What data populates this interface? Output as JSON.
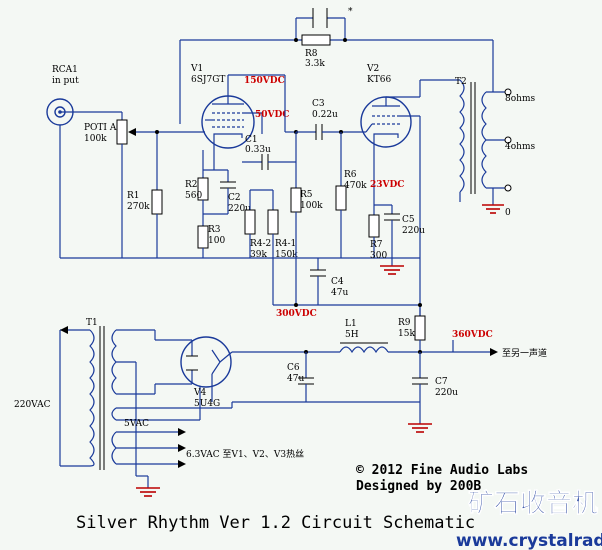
{
  "labels": {
    "rca": "RCA1",
    "rca_in": "in put",
    "pot": "POTI A",
    "pot_val": "100k",
    "r1": "R1",
    "r1_val": "270k",
    "v1": "V1",
    "v1_type": "6SJ7GT",
    "v1_b": "150VDC",
    "v1_k": "50VDC",
    "c1": "C1",
    "c1_val": "0.33u",
    "r2": "R2",
    "r2_val": "560",
    "c2": "C2",
    "c2_val": "220u",
    "r3": "R3",
    "r3_val": "100",
    "r42": "R4-2",
    "r42_val": "39k",
    "r41": "R4-1",
    "r41_val": "150k",
    "r5": "R5",
    "r5_val": "100k",
    "r8": "R8",
    "r8_val": "3.3k",
    "star": "*",
    "c3": "C3",
    "c3_val": "0.22u",
    "v2": "V2",
    "v2_type": "KT66",
    "r6": "R6",
    "r6_val": "470k",
    "v2_k": "23VDC",
    "c5": "C5",
    "c5_val": "220u",
    "r7": "R7",
    "r7_val": "300",
    "c4": "C4",
    "c4_val": "47u",
    "b300": "300VDC",
    "t2": "T2",
    "o8": "8ohms",
    "o4": "4ohms",
    "o0": "0",
    "t1": "T1",
    "ac": "220VAC",
    "v4": "V4",
    "v4_type": "5U4G",
    "l1": "L1",
    "l1_val": "5H",
    "r9": "R9",
    "r9_val": "15k",
    "b360": "360VDC",
    "to_other": "至另一声道",
    "c6": "C6",
    "c6_val": "47u",
    "c7": "C7",
    "c7_val": "220u",
    "v5": "5VAC",
    "heater": "6.3VAC 至V1、V2、V3热丝"
  },
  "credits": {
    "line1": "© 2012 Fine Audio Labs",
    "line2": "Designed by 200B"
  },
  "title": "Silver Rhythm Ver 1.2 Circuit Schematic",
  "watermark": {
    "cn": "矿石收音机",
    "url": "www.crystalradio.cn"
  },
  "colors": {
    "wire": "#1a3a9a",
    "red_label": "#c00000",
    "watermark": "#1a3a9a"
  }
}
